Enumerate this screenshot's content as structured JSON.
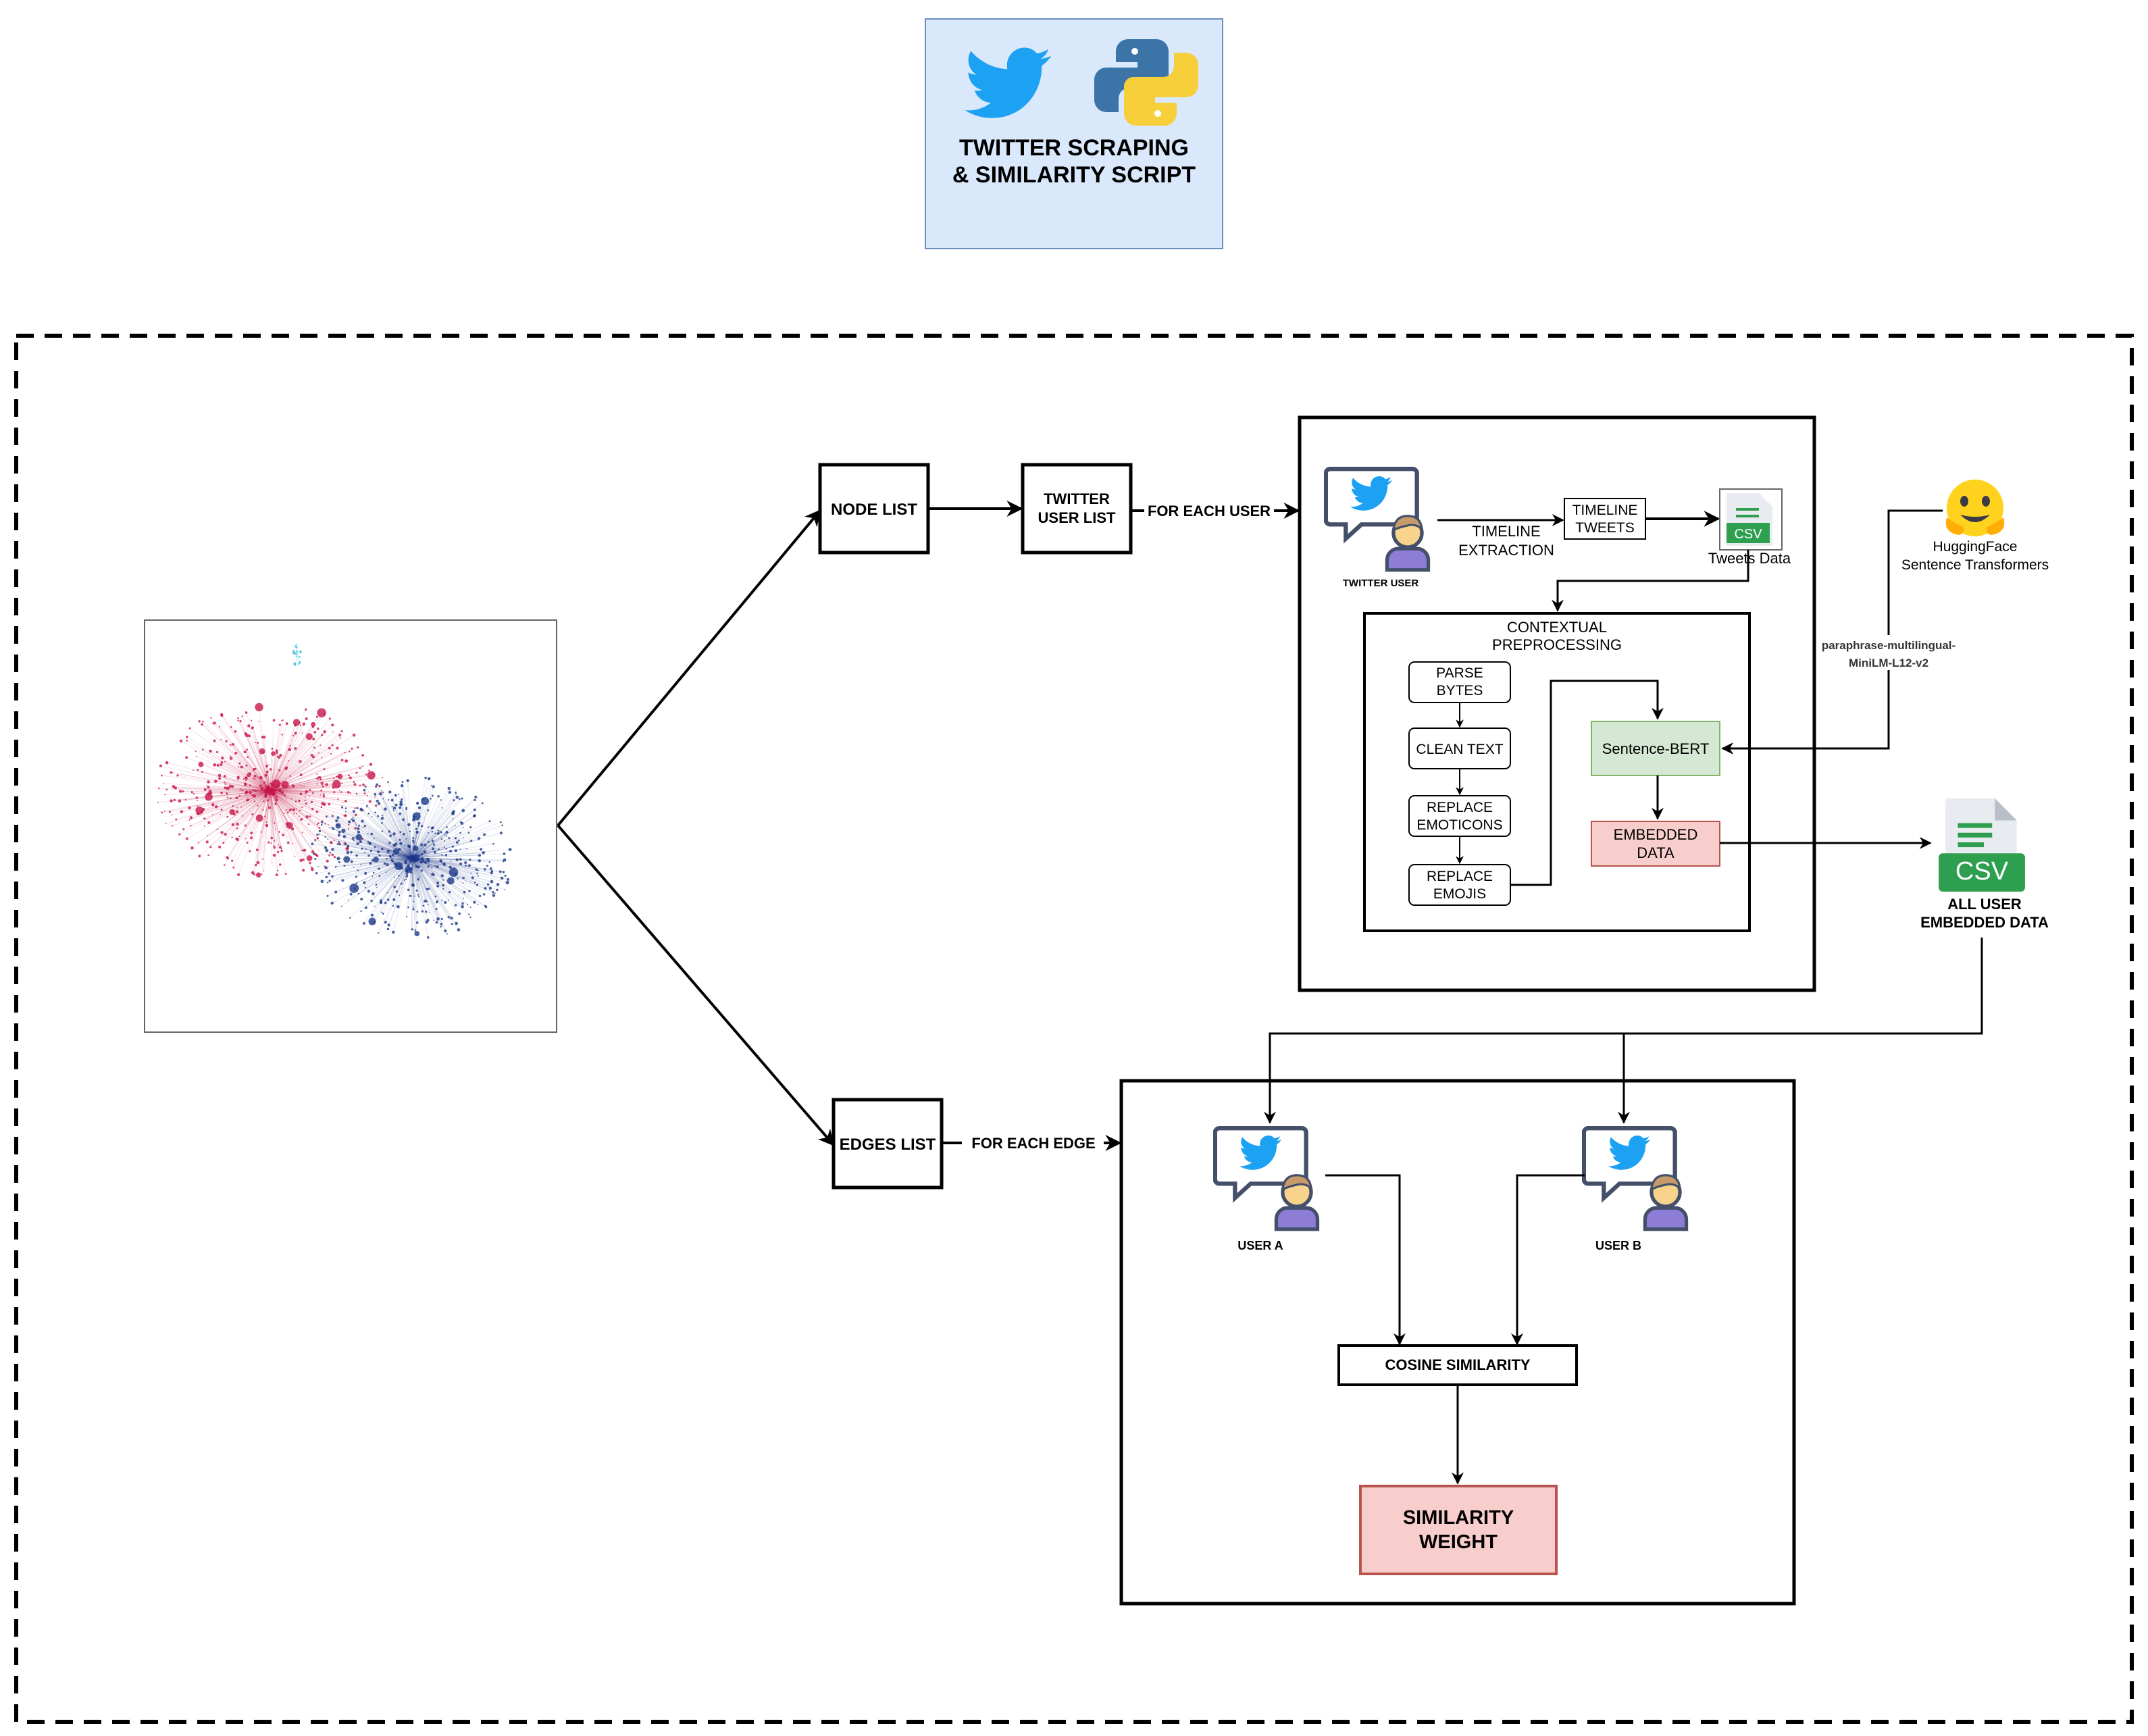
{
  "header": {
    "title_line1": "TWITTER SCRAPING",
    "title_line2": "& SIMILARITY SCRIPT",
    "background": "#dae8fc",
    "border": "#6c8ebf"
  },
  "icons": {
    "twitter": "twitter-bird-icon",
    "python": "python-logo-icon",
    "huggingface": "huggingface-emoji-icon",
    "csv": "csv-file-icon",
    "user": "twitter-user-icon"
  },
  "nodes": {
    "node_list": "NODE LIST",
    "twitter_user_list_1": "TWITTER",
    "twitter_user_list_2": "USER LIST",
    "edges_list": "EDGES LIST",
    "for_each_user": "FOR EACH USER",
    "for_each_edge": "FOR EACH EDGE"
  },
  "pipeline": {
    "twitter_user": "TWITTER USER",
    "timeline_extraction_1": "TIMELINE",
    "timeline_extraction_2": "EXTRACTION",
    "timeline_tweets_1": "TIMELINE",
    "timeline_tweets_2": "TWEETS",
    "csv_small": "CSV",
    "tweets_data": "Tweets Data",
    "contextual_1": "CONTEXTUAL",
    "contextual_2": "PREPROCESSING",
    "parse_bytes_1": "PARSE",
    "parse_bytes_2": "BYTES",
    "clean_text": "CLEAN TEXT",
    "replace_emoticons_1": "REPLACE",
    "replace_emoticons_2": "EMOTICONS",
    "replace_emojis_1": "REPLACE",
    "replace_emojis_2": "EMOJIS",
    "sentence_bert": "Sentence-BERT",
    "embedded_data_1": "EMBEDDED",
    "embedded_data_2": "DATA"
  },
  "huggingface": {
    "name_1": "HuggingFace",
    "name_2": "Sentence Transformers",
    "model_1": "paraphrase-multilingual-",
    "model_2": "MiniLM-L12-v2"
  },
  "output": {
    "csv_big": "CSV",
    "all_user_1": "ALL USER",
    "all_user_2": "EMBEDDED DATA"
  },
  "similarity": {
    "user_a": "USER A",
    "user_b": "USER B",
    "cosine": "COSINE SIMILARITY",
    "weight_1": "SIMILARITY",
    "weight_2": "WEIGHT"
  },
  "colors": {
    "sbert_fill": "#d5e8d4",
    "sbert_stroke": "#82b366",
    "embedded_fill": "#f8cecc",
    "embedded_stroke": "#b85450",
    "weight_fill": "#f8cecc",
    "weight_stroke": "#b85450",
    "twitter_blue": "#1da1f2",
    "csv_green": "#2e9e4f",
    "graph_red": "#c8154a",
    "graph_blue": "#1d3a8a",
    "graph_cyan": "#35c1d6"
  }
}
